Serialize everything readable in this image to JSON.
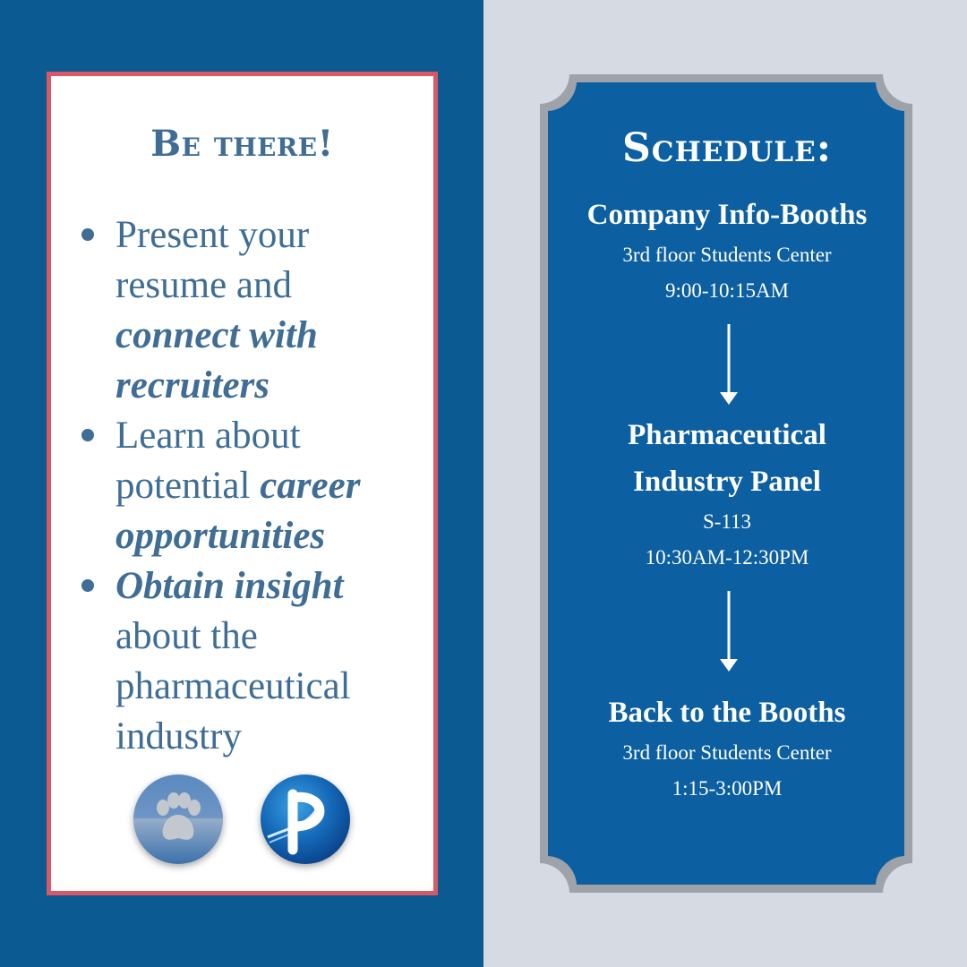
{
  "left_card": {
    "title": "Be there!",
    "bullets": [
      {
        "parts": [
          {
            "text": "Present your resume and ",
            "emphasis": false
          },
          {
            "text": "connect with recruiters",
            "emphasis": true
          }
        ]
      },
      {
        "parts": [
          {
            "text": "Learn about potential ",
            "emphasis": false
          },
          {
            "text": "career opportunities",
            "emphasis": true
          }
        ]
      },
      {
        "parts": [
          {
            "text": "Obtain insight",
            "emphasis": true
          },
          {
            "text": " about the pharmaceutical industry",
            "emphasis": false
          }
        ]
      }
    ],
    "logos": [
      {
        "icon": "paw-print-icon"
      },
      {
        "icon": "letter-p-icon"
      }
    ]
  },
  "schedule": {
    "title": "Schedule:",
    "events": [
      {
        "name_lines": [
          "Company Info-Booths"
        ],
        "location": "3rd floor Students Center",
        "time": "9:00-10:15AM"
      },
      {
        "name_lines": [
          "Pharmaceutical",
          "Industry Panel"
        ],
        "location": "S-113",
        "time": "10:30AM-12:30PM"
      },
      {
        "name_lines": [
          "Back to the Booths"
        ],
        "location": "3rd floor Students Center",
        "time": "1:15-3:00PM"
      }
    ]
  },
  "colors": {
    "left_background": "#0c5a92",
    "right_background": "#d6dae3",
    "card_border": "#d85866",
    "text_blue": "#3f6d95",
    "schedule_panel": "#0c5fa0",
    "schedule_frame": "#9ea3aa"
  }
}
